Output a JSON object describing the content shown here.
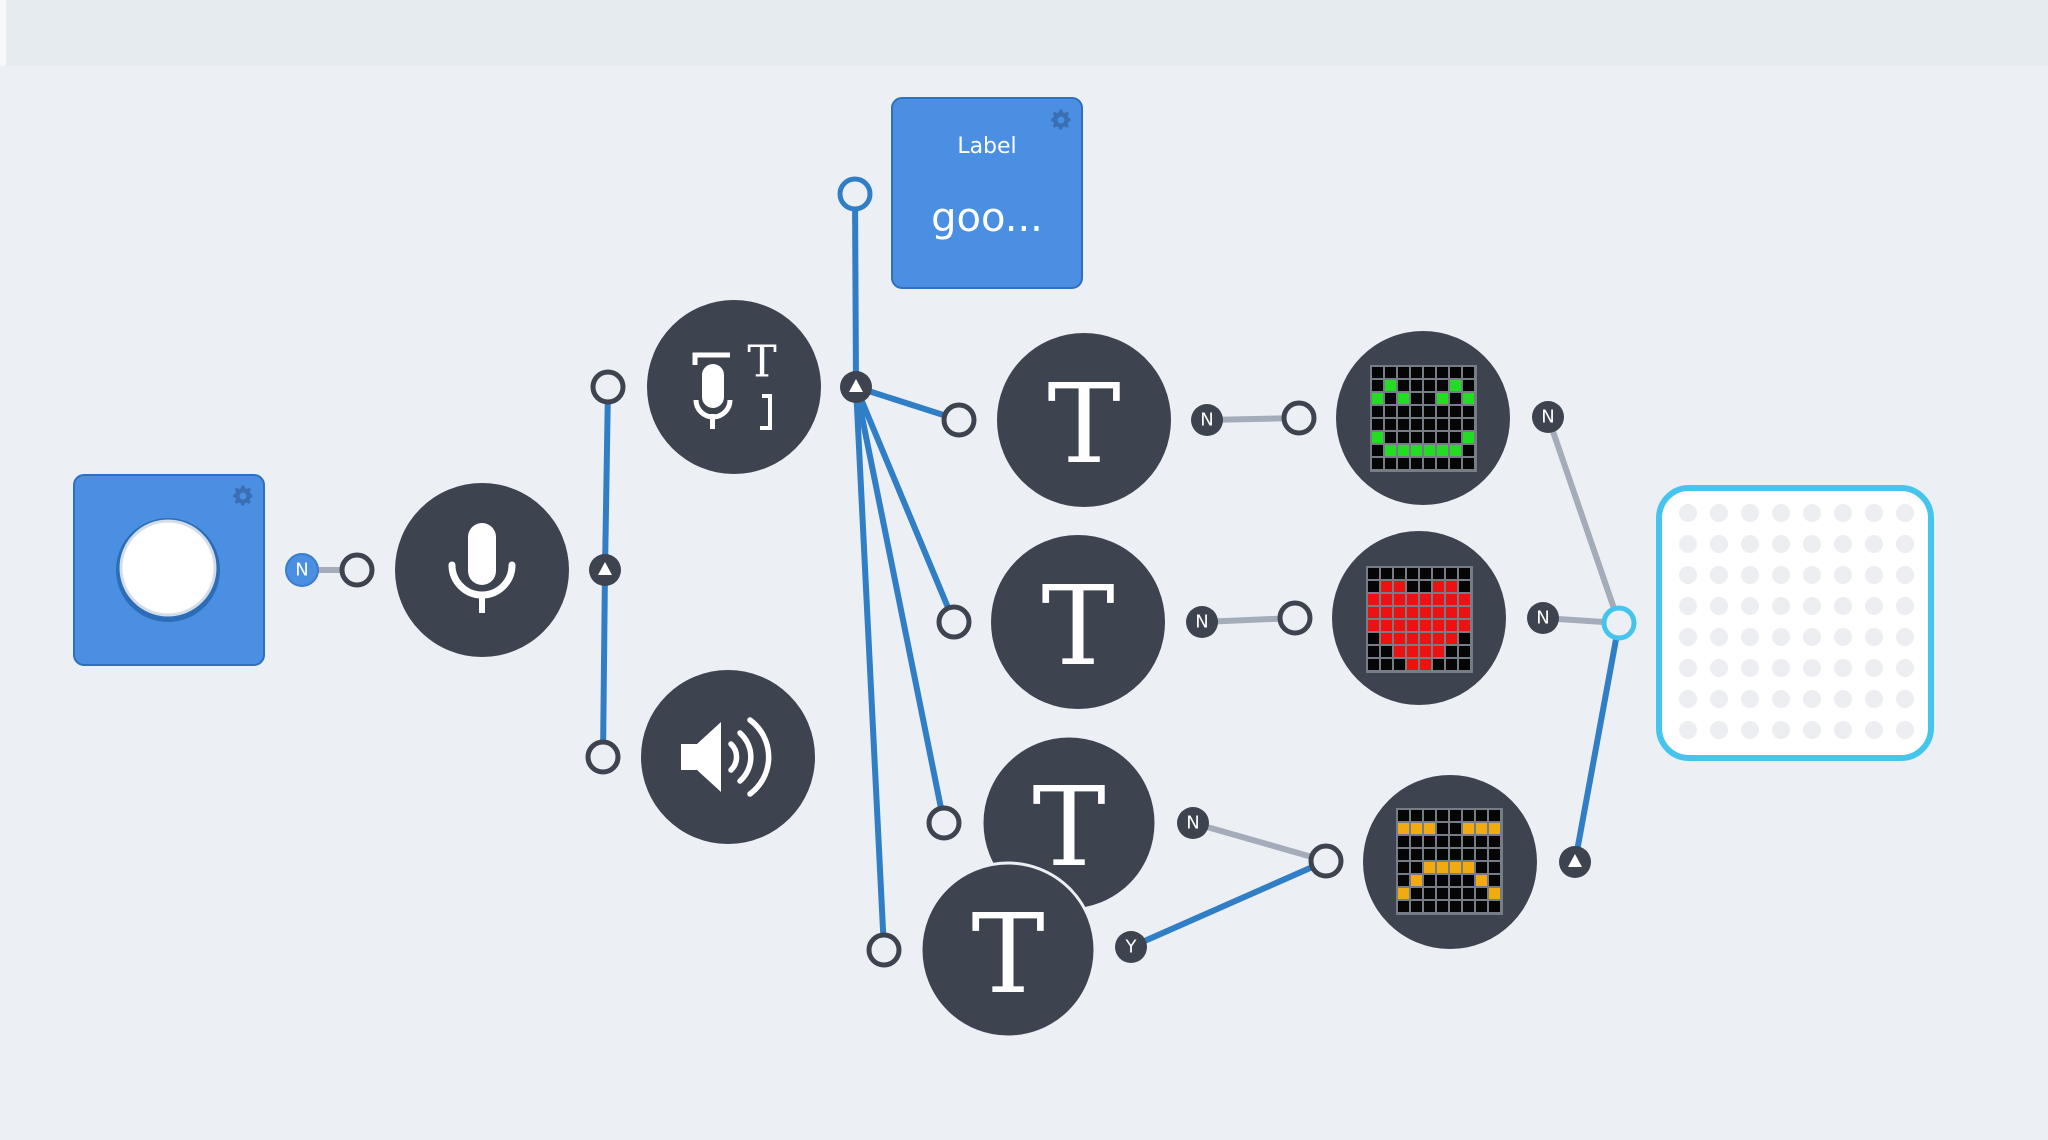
{
  "colors": {
    "background": "#ecf0f4",
    "node": "#3d4450",
    "block": "#4a8fe2",
    "wire_active": "#2f7ec6",
    "wire_inactive": "#a3acb8",
    "display_border": "#45c5ee",
    "port_stroke": "#3d4450"
  },
  "button_block": {
    "icon": "gear-icon"
  },
  "microphone_node": {
    "icon": "microphone-icon"
  },
  "speech_to_text_node": {
    "icon": "speech-to-text-icon",
    "glyph": "T"
  },
  "speaker_node": {
    "icon": "speaker-icon"
  },
  "label_block": {
    "title": "Label",
    "value": "goo...",
    "icon": "gear-icon"
  },
  "text_nodes": [
    {
      "glyph": "T"
    },
    {
      "glyph": "T"
    },
    {
      "glyph": "T"
    },
    {
      "glyph": "T"
    }
  ],
  "image_nodes": [
    {
      "icon": "smiley-face-icon",
      "color": "#22dd22"
    },
    {
      "icon": "heart-icon",
      "color": "#ee1111"
    },
    {
      "icon": "sad-face-icon",
      "color": "#f2aa11"
    }
  ],
  "port_labels": {
    "button_out": "N",
    "text1_out": "N",
    "text2_out": "N",
    "text3_out": "N",
    "text4_out": "Y",
    "image1_out": "N",
    "image2_out": "N"
  },
  "led_display": {
    "rows": 8,
    "cols": 8
  }
}
